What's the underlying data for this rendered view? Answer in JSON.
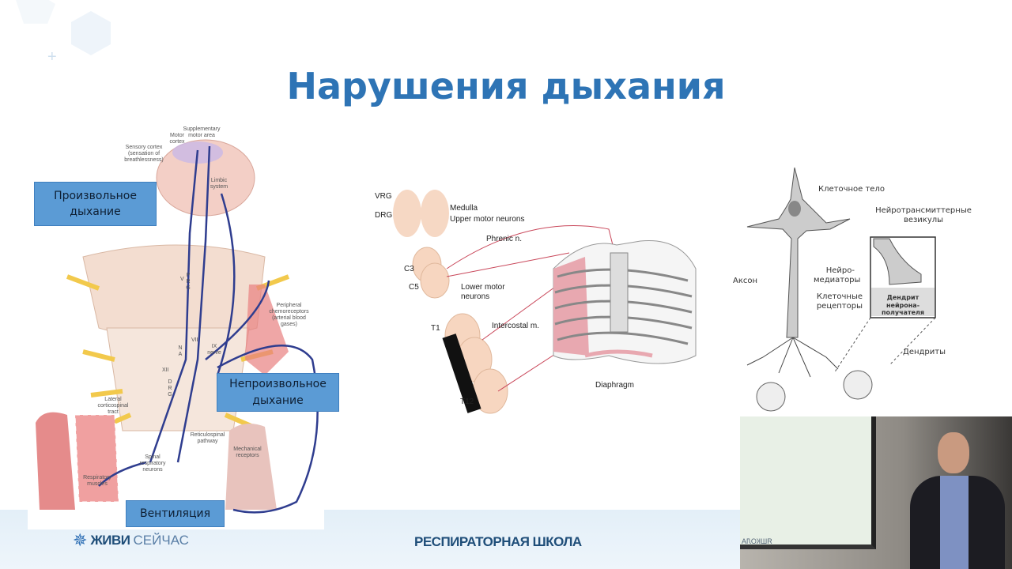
{
  "slide": {
    "title": "Нарушения дыхания",
    "footer": {
      "logo_bold": "ЖИВИ",
      "logo_light": "СЕЙЧАС",
      "school": "РЕСПИРАТОРНАЯ ШКОЛА"
    },
    "colors": {
      "title": "#2e74b5",
      "box": "#5b9bd5",
      "footer_text": "#1f4e79"
    }
  },
  "left_diagram": {
    "boxes": {
      "voluntary": "Произвольное дыхание",
      "involuntary": "Непроизвольное дыхание",
      "ventilation": "Вентиляция"
    },
    "labels": {
      "supplementary": "Supplementary motor area",
      "motor": "Motor cortex",
      "sensory": "Sensory cortex (sensation of breathlessness)",
      "limbic": "Limbic system",
      "v": "V",
      "prg": "PRG",
      "vii": "VII",
      "na": "NA",
      "ix": "IX nerve",
      "xii": "XII",
      "drg": "DRG",
      "chemo": "Peripheral chemoreceptors (arterial blood gases)",
      "lateral": "Lateral corticospinal tract",
      "reticulo": "Reticulospinal pathway",
      "spinal": "Spinal respiratory neurons",
      "resp_muscles": "Respiratory muscles",
      "mech": "Mechanical receptors"
    }
  },
  "middle_diagram": {
    "vrg": "VRG",
    "drg": "DRG",
    "medulla": "Medulla",
    "upper": "Upper motor neurons",
    "phrenic": "Phrenic n.",
    "c3": "C3",
    "c5": "C5",
    "lower": "Lower motor neurons",
    "t1": "T1",
    "intercostal": "Intercostal m.",
    "t12": "T12",
    "diaphragm": "Diaphragm"
  },
  "right_diagram": {
    "cell_body": "Клеточное тело",
    "vesicles": "Нейротрансмиттерные везикулы",
    "axon": "Аксон",
    "mediators": "Нейро-медиаторы",
    "receptors": "Клеточные рецепторы",
    "dendrite_box": "Дендрит нейрона-получателя",
    "dendrites": "Дендриты"
  },
  "video": {
    "screen_text": "ЯШКОЛА"
  }
}
